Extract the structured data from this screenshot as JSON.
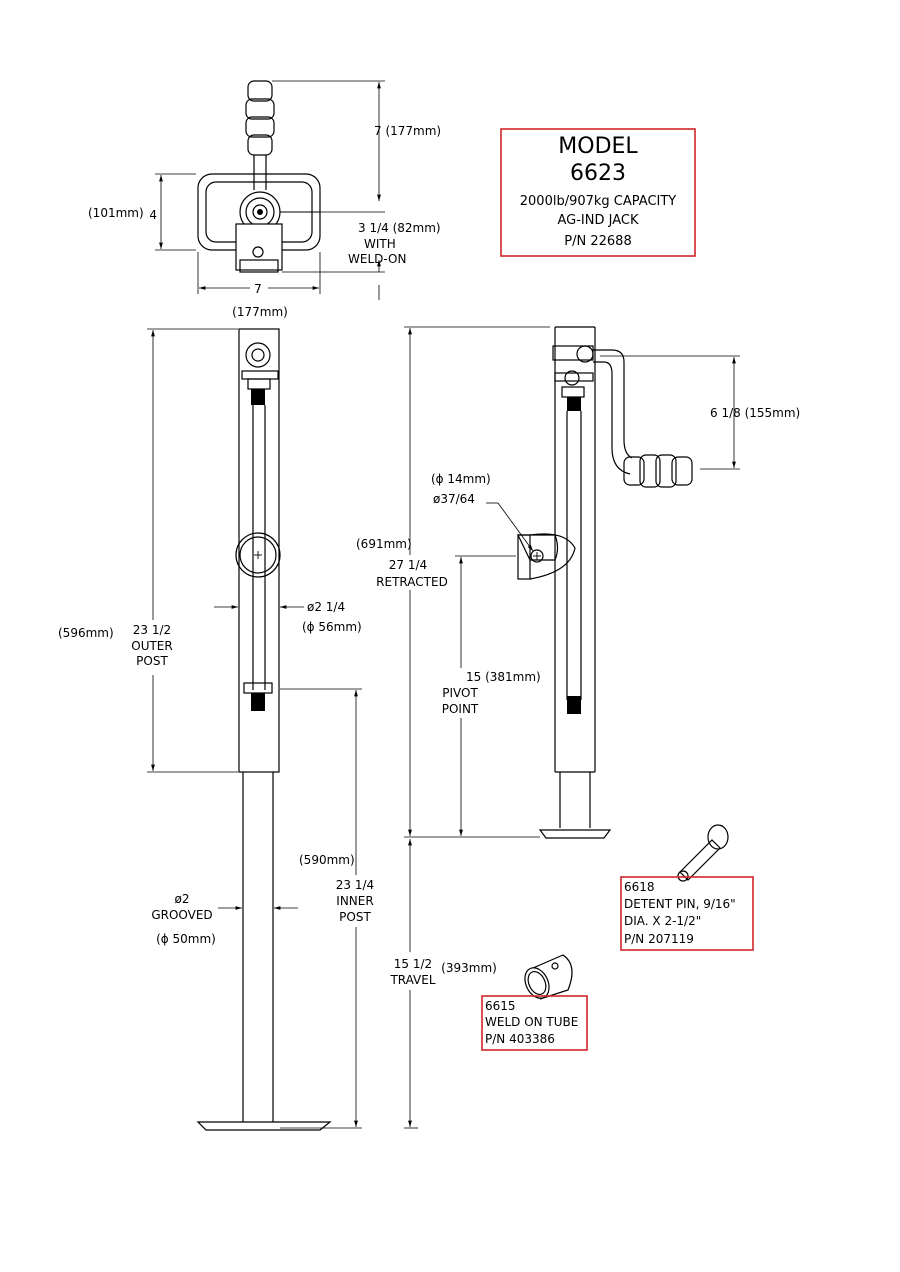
{
  "model_box": {
    "line1": "MODEL",
    "line2": "6623",
    "line3": "2000lb/907kg CAPACITY",
    "line4": "AG-IND JACK",
    "line5": "P/N 22688"
  },
  "top_view": {
    "height_in": "7 (177mm)",
    "depth_mm": "(101mm)",
    "depth_in": "4",
    "offset_line1": "3 1/4 (82mm)",
    "offset_line2": "WITH",
    "offset_line3": "WELD-ON",
    "width_in": "7",
    "width_mm": "(177mm)"
  },
  "front_view": {
    "outer_mm": "(596mm)",
    "outer_in": "23 1/2",
    "outer_l1": "OUTER",
    "outer_l2": "POST",
    "tube_dia": "ø2 1/4",
    "tube_dia_mm": "(ϕ 56mm)",
    "inner_mm": "(590mm)",
    "inner_in": "23 1/4",
    "inner_l1": "INNER",
    "inner_l2": "POST",
    "grooved_dia": "ø2",
    "grooved_label": "GROOVED",
    "grooved_mm": "(ϕ 50mm)"
  },
  "side_view": {
    "hole_mm": "(ϕ 14mm)",
    "hole_in": "ø37/64",
    "retracted_mm": "(691mm)",
    "retracted_in": "27 1/4",
    "retracted_label": "RETRACTED",
    "pivot_in": "15 (381mm)",
    "pivot_l1": "PIVOT",
    "pivot_l2": "POINT",
    "handle_in": "6 1/8 (155mm)",
    "travel_in": "15 1/2",
    "travel_mm": "(393mm)",
    "travel_label": "TRAVEL"
  },
  "detent_box": {
    "line1": "6618",
    "line2": "DETENT PIN, 9/16\"",
    "line3": "DIA. X 2-1/2\"",
    "line4": "P/N 207119"
  },
  "weld_box": {
    "line1": "6615",
    "line2": "WELD ON TUBE",
    "line3": "P/N 403386"
  },
  "colors": {
    "box_border": "#d0262b",
    "line": "#000000",
    "background": "#ffffff"
  }
}
